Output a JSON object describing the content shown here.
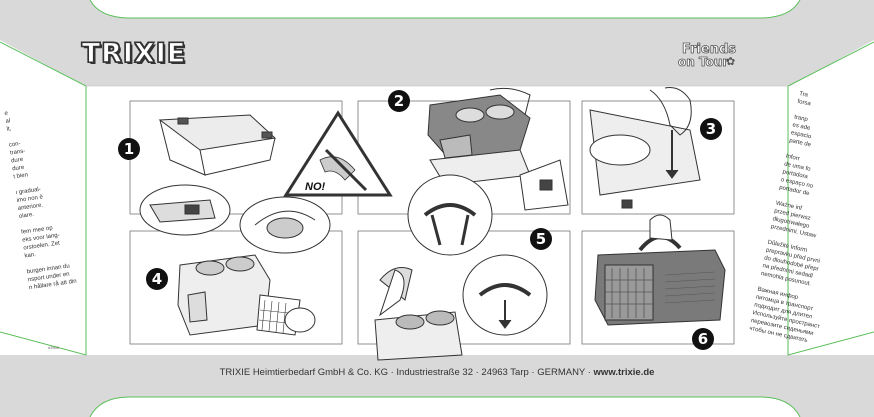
{
  "brand": {
    "logo_text": "TRIXIE"
  },
  "sublogo": {
    "line1": "Friends",
    "line2": "on Tour"
  },
  "warning": {
    "label": "NO!"
  },
  "steps": {
    "n1": "1",
    "n2": "2",
    "n3": "3",
    "n4": "4",
    "n5": "5",
    "n6": "6"
  },
  "footer": {
    "company": "TRIXIE Heimtierbedarf GmbH & Co. KG · Industriestraße 32 · 24963 Tarp · GERMANY · ",
    "url": "www.trixie.de"
  },
  "code_id": "#3900",
  "side_left": [
    "e",
    "al",
    "lt,",
    "",
    "con-",
    "trans-",
    "dure",
    "dure",
    "t bien",
    "",
    "ı gradual-",
    "imo non è",
    "anteriore.",
    "olare.",
    "",
    "fem mee op",
    "eks voor lang-",
    "orstoelen. Zet",
    "kan.",
    "",
    "burgen innan du",
    "nsport under en",
    "n hållare rå att din"
  ],
  "side_right": [
    "Tra",
    "forsa",
    "",
    "tranp",
    "es ade",
    "espacio",
    "parte de",
    "",
    "Inforr",
    "de uma fo",
    "portadora",
    "o espaço no",
    "portador de",
    "",
    "Ważne inf",
    "przed pierwsz",
    "długotrwałego",
    "przednimi. Ustaw",
    "",
    "Důležité Inform",
    "prepravku před prvni",
    "do dlouhodobé přepr",
    "na předními sedadl",
    "nemohla posunout.",
    "",
    "Важная инфор",
    "питомца в транспорт",
    "подходит для длител",
    "Используйте пространст",
    "перевозите сиденьями",
    "чтобы он не сдвигать"
  ]
}
